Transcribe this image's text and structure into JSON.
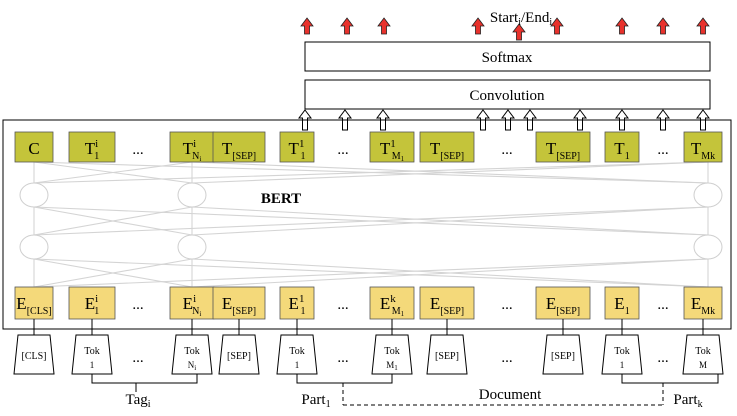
{
  "output_label": {
    "base": "Start",
    "sub1": "i",
    "sep": "/End",
    "sub2": "i"
  },
  "layers": {
    "softmax": "Softmax",
    "convolution": "Convolution",
    "encoder": "BERT"
  },
  "dots": "...",
  "top_tokens": [
    {
      "base": "C"
    },
    {
      "base": "T",
      "sup": "i",
      "sub": "1"
    },
    {
      "dots": true
    },
    {
      "base": "T",
      "sup": "i",
      "sub": "N",
      "subsub": "i"
    },
    {
      "base": "T",
      "sub": "[SEP]"
    },
    {
      "base": "T",
      "sup": "1",
      "sub": "1"
    },
    {
      "dots": true
    },
    {
      "base": "T",
      "sup": "1",
      "sub": "M",
      "subsub": "1"
    },
    {
      "base": "T",
      "sub": "[SEP]"
    },
    {
      "dots": true
    },
    {
      "base": "T",
      "sub": "[SEP]"
    },
    {
      "base": "T",
      "sub": "1"
    },
    {
      "dots": true
    },
    {
      "base": "T",
      "sub": "Mk"
    }
  ],
  "embeddings": [
    {
      "base": "E",
      "sub": "[CLS]"
    },
    {
      "base": "E",
      "sup": "i",
      "sub": "1"
    },
    {
      "dots": true
    },
    {
      "base": "E",
      "sup": "i",
      "sub": "N",
      "subsub": "i"
    },
    {
      "base": "E",
      "sub": "[SEP]"
    },
    {
      "base": "E",
      "sup": "1",
      "sub": "1"
    },
    {
      "dots": true
    },
    {
      "base": "E",
      "sup": "k",
      "sub": "M",
      "subsub": "1"
    },
    {
      "base": "E",
      "sub": "[SEP]"
    },
    {
      "dots": true
    },
    {
      "base": "E",
      "sub": "[SEP]"
    },
    {
      "base": "E",
      "sub": "1"
    },
    {
      "dots": true
    },
    {
      "base": "E",
      "sub": "Mk"
    }
  ],
  "input_tokens": [
    {
      "lines": [
        "[CLS]"
      ]
    },
    {
      "lines": [
        "Tok",
        "1"
      ]
    },
    {
      "dots": true
    },
    {
      "lines": [
        "Tok",
        "N"
      ],
      "subsub": "i"
    },
    {
      "lines": [
        "[SEP]"
      ]
    },
    {
      "lines": [
        "Tok",
        "1"
      ]
    },
    {
      "dots": true
    },
    {
      "lines": [
        "Tok",
        "M"
      ],
      "subsub": "1"
    },
    {
      "lines": [
        "[SEP]"
      ]
    },
    {
      "dots": true
    },
    {
      "lines": [
        "[SEP]"
      ]
    },
    {
      "lines": [
        "Tok",
        "1"
      ]
    },
    {
      "dots": true
    },
    {
      "lines": [
        "Tok",
        "M"
      ]
    }
  ],
  "groups": {
    "tag": {
      "base": "Tag",
      "sub": "i"
    },
    "part1": {
      "base": "Part",
      "sub": "1"
    },
    "document": "Document",
    "partk": {
      "base": "Part",
      "sub": "k"
    }
  }
}
